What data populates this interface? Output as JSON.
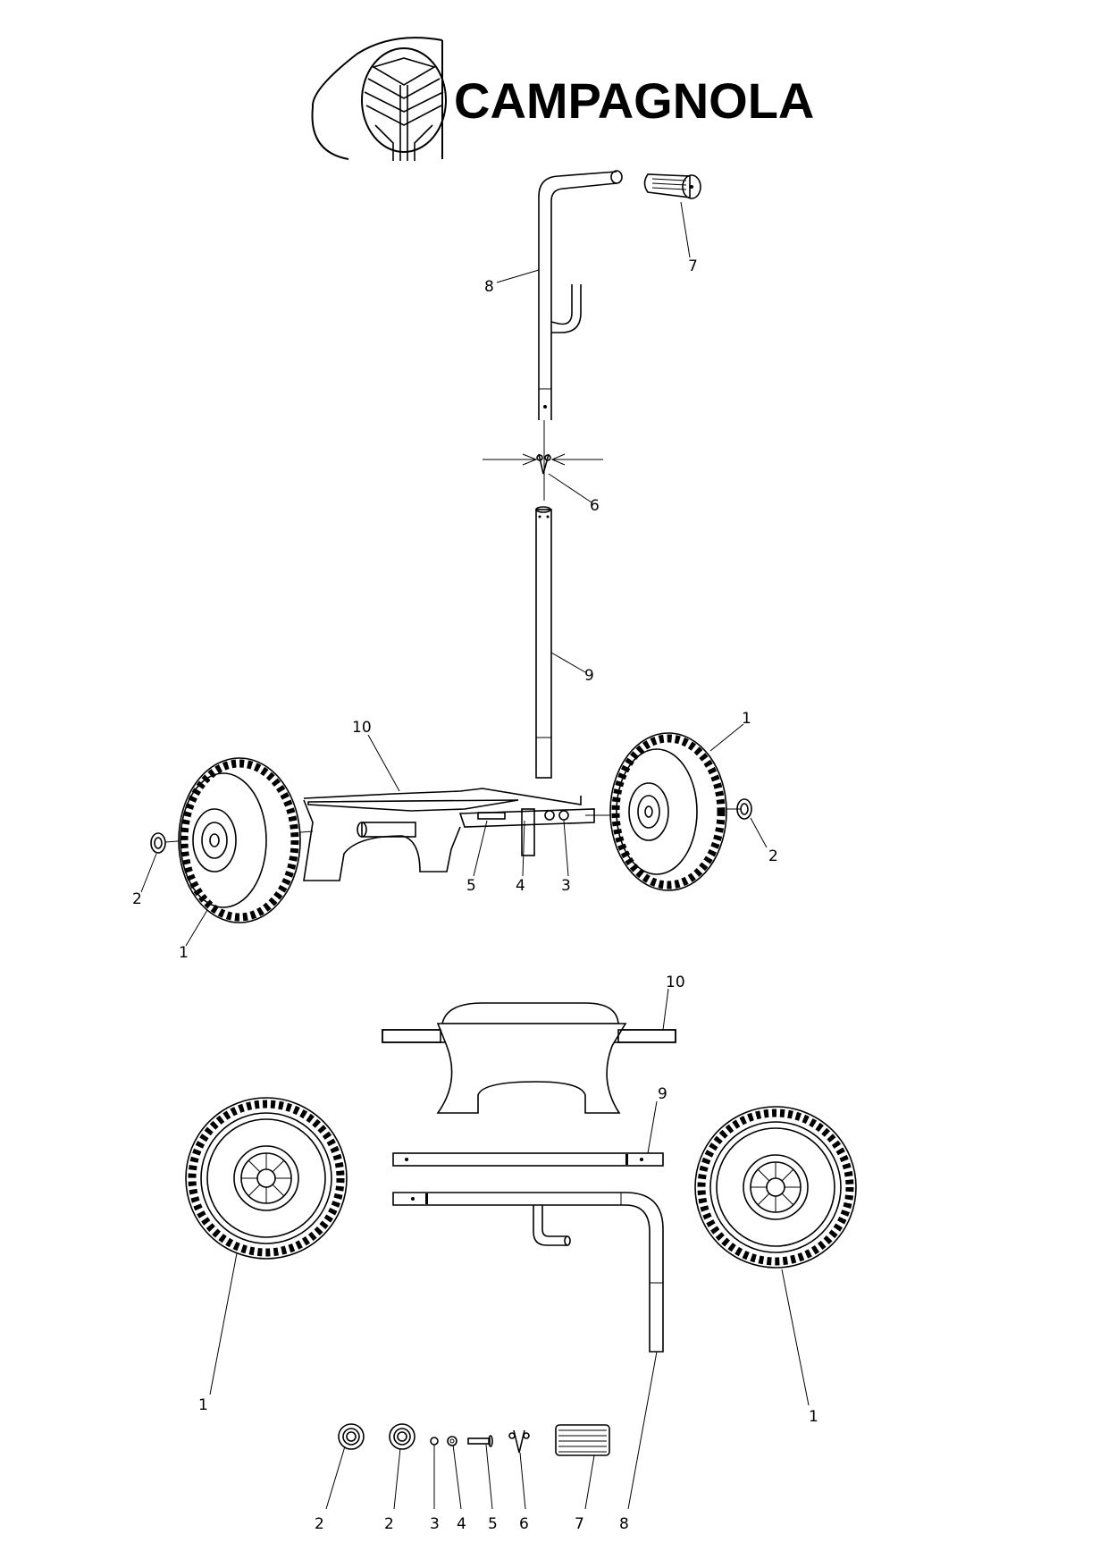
{
  "brand": {
    "name": "CAMPAGNOLA"
  },
  "callouts": {
    "top": {
      "p8": "8",
      "p7": "7",
      "p6": "6",
      "p9": "9",
      "p10": "10",
      "p1a": "1",
      "p2a": "2",
      "p2b": "2",
      "p1b": "1",
      "p5": "5",
      "p4": "4",
      "p3": "3"
    },
    "bottom": {
      "p10": "10",
      "p9": "9",
      "p1a": "1",
      "p1b": "1",
      "p2a": "2",
      "p2b": "2",
      "p3": "3",
      "p4": "4",
      "p5": "5",
      "p6": "6",
      "p7": "7",
      "p8": "8"
    }
  }
}
